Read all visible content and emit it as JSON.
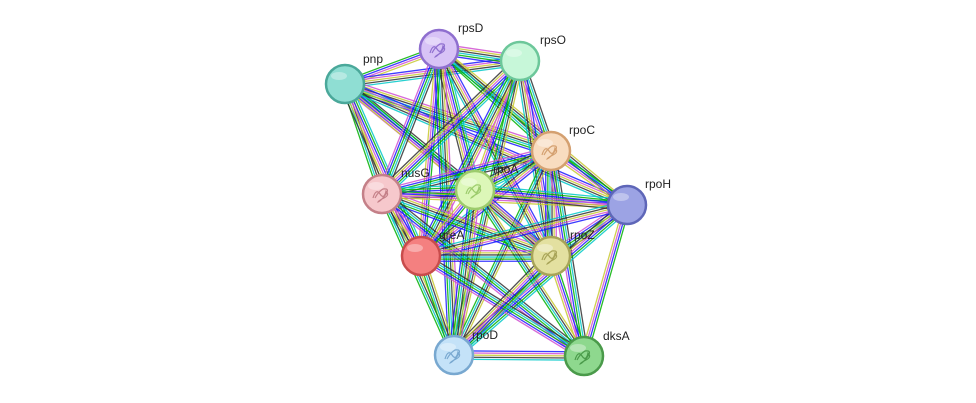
{
  "network": {
    "edge_colors": [
      "#00b000",
      "#1a1aff",
      "#d050d0",
      "#c8c830",
      "#303030",
      "#00c8c8"
    ],
    "nodes": [
      {
        "id": "pnp",
        "label": "pnp",
        "fill": "#8fded3",
        "stroke": "#4aa89a",
        "glyph": "none"
      },
      {
        "id": "rpsD",
        "label": "rpsD",
        "fill": "#d8c3f6",
        "stroke": "#8f6fcf",
        "glyph": "protein"
      },
      {
        "id": "rpsO",
        "label": "rpsO",
        "fill": "#c7f7d9",
        "stroke": "#6cc79a",
        "glyph": "none"
      },
      {
        "id": "rpoC",
        "label": "rpoC",
        "fill": "#f8dcc0",
        "stroke": "#d4a070",
        "glyph": "protein"
      },
      {
        "id": "nusG",
        "label": "nusG",
        "fill": "#f6c8cc",
        "stroke": "#c48088",
        "glyph": "protein"
      },
      {
        "id": "rpoA",
        "label": "rpoA",
        "fill": "#dcf7b8",
        "stroke": "#9ccb6c",
        "glyph": "protein"
      },
      {
        "id": "rpoH",
        "label": "rpoH",
        "fill": "#9ca3e4",
        "stroke": "#5e66b8",
        "glyph": "none"
      },
      {
        "id": "greA",
        "label": "greA",
        "fill": "#f48080",
        "stroke": "#c84c4c",
        "glyph": "none"
      },
      {
        "id": "rpoZ",
        "label": "rpoZ",
        "fill": "#e3e0a0",
        "stroke": "#a8a458",
        "glyph": "protein"
      },
      {
        "id": "rpoD",
        "label": "rpoD",
        "fill": "#c4e2f8",
        "stroke": "#78a8d0",
        "glyph": "protein"
      },
      {
        "id": "dksA",
        "label": "dksA",
        "fill": "#8ed88e",
        "stroke": "#4a9a4a",
        "glyph": "protein"
      }
    ],
    "edges": [
      [
        "pnp",
        "rpsD"
      ],
      [
        "pnp",
        "rpsO"
      ],
      [
        "pnp",
        "rpoC"
      ],
      [
        "pnp",
        "nusG"
      ],
      [
        "pnp",
        "rpoA"
      ],
      [
        "pnp",
        "greA"
      ],
      [
        "pnp",
        "rpoZ"
      ],
      [
        "pnp",
        "rpoH"
      ],
      [
        "rpsD",
        "rpsO"
      ],
      [
        "rpsD",
        "rpoC"
      ],
      [
        "rpsD",
        "nusG"
      ],
      [
        "rpsD",
        "rpoA"
      ],
      [
        "rpsD",
        "greA"
      ],
      [
        "rpsD",
        "rpoZ"
      ],
      [
        "rpsD",
        "rpoD"
      ],
      [
        "rpsD",
        "rpoH"
      ],
      [
        "rpsO",
        "rpoC"
      ],
      [
        "rpsO",
        "nusG"
      ],
      [
        "rpsO",
        "rpoA"
      ],
      [
        "rpsO",
        "rpoZ"
      ],
      [
        "rpsO",
        "greA"
      ],
      [
        "rpsO",
        "rpoD"
      ],
      [
        "rpoC",
        "nusG"
      ],
      [
        "rpoC",
        "rpoA"
      ],
      [
        "rpoC",
        "rpoH"
      ],
      [
        "rpoC",
        "greA"
      ],
      [
        "rpoC",
        "rpoZ"
      ],
      [
        "rpoC",
        "rpoD"
      ],
      [
        "rpoC",
        "dksA"
      ],
      [
        "nusG",
        "rpoA"
      ],
      [
        "nusG",
        "rpoH"
      ],
      [
        "nusG",
        "greA"
      ],
      [
        "nusG",
        "rpoZ"
      ],
      [
        "nusG",
        "rpoD"
      ],
      [
        "nusG",
        "dksA"
      ],
      [
        "rpoA",
        "rpoH"
      ],
      [
        "rpoA",
        "greA"
      ],
      [
        "rpoA",
        "rpoZ"
      ],
      [
        "rpoA",
        "rpoD"
      ],
      [
        "rpoA",
        "dksA"
      ],
      [
        "rpoH",
        "rpoZ"
      ],
      [
        "rpoH",
        "rpoD"
      ],
      [
        "rpoH",
        "dksA"
      ],
      [
        "rpoH",
        "greA"
      ],
      [
        "greA",
        "rpoZ"
      ],
      [
        "greA",
        "rpoD"
      ],
      [
        "greA",
        "dksA"
      ],
      [
        "rpoZ",
        "rpoD"
      ],
      [
        "rpoZ",
        "dksA"
      ],
      [
        "rpoD",
        "dksA"
      ]
    ]
  }
}
